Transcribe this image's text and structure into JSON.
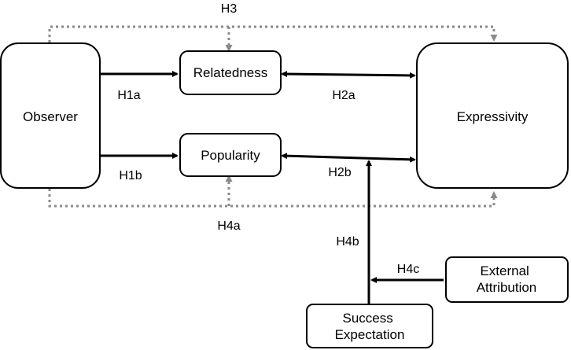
{
  "nodes": {
    "observer": "Observer",
    "relatedness": "Relatedness",
    "popularity": "Popularity",
    "expressivity": "Expressivity",
    "external_attribution": [
      "External",
      "Attribution"
    ],
    "success_expectation": [
      "Success",
      "Expectation"
    ]
  },
  "hypotheses": {
    "h1a": "H1a",
    "h1b": "H1b",
    "h2a": "H2a",
    "h2b": "H2b",
    "h3": "H3",
    "h4a": "H4a",
    "h4b": "H4b",
    "h4c": "H4c"
  },
  "colors": {
    "solid_path": "#000000",
    "dotted_path": "#8a8a8a"
  }
}
